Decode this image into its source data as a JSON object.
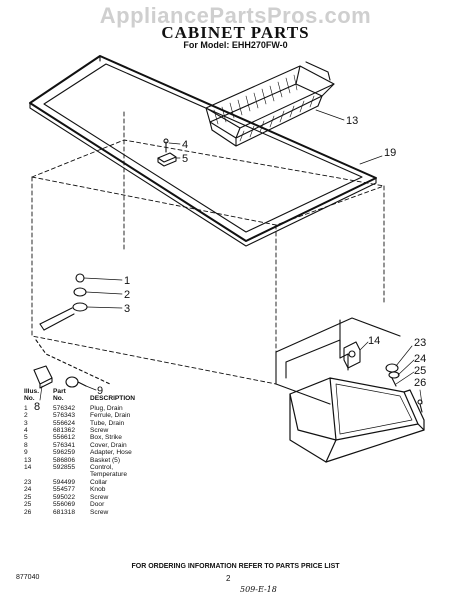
{
  "watermark": "AppliancePartsPros.com",
  "title": "CABINET PARTS",
  "subtitle": "For Model: EHH270FW-0",
  "callouts": [
    "1",
    "2",
    "3",
    "4",
    "5",
    "8",
    "9",
    "13",
    "14",
    "19",
    "23",
    "24",
    "25",
    "26"
  ],
  "parts_table": {
    "headers": {
      "illus": [
        "Illus.",
        "No."
      ],
      "part": [
        "Part",
        "No."
      ],
      "description": "DESCRIPTION"
    },
    "rows": [
      {
        "illus": "1",
        "part": "576342",
        "desc": "Plug, Drain"
      },
      {
        "illus": "2",
        "part": "576343",
        "desc": "Ferrule, Drain"
      },
      {
        "illus": "3",
        "part": "556624",
        "desc": "Tube, Drain"
      },
      {
        "illus": "4",
        "part": "681362",
        "desc": "Screw"
      },
      {
        "illus": "5",
        "part": "556612",
        "desc": "Box, Strike"
      },
      {
        "illus": "8",
        "part": "576341",
        "desc": "Cover, Drain"
      },
      {
        "illus": "9",
        "part": "596259",
        "desc": "Adapter, Hose"
      },
      {
        "illus": "13",
        "part": "586806",
        "desc": "Basket (5)"
      },
      {
        "illus": "14",
        "part": "592855",
        "desc": "Control,"
      },
      {
        "illus": "",
        "part": "",
        "desc": "Temperature"
      },
      {
        "illus": "23",
        "part": "594499",
        "desc": "Collar"
      },
      {
        "illus": "24",
        "part": "554577",
        "desc": "Knob"
      },
      {
        "illus": "25",
        "part": "595022",
        "desc": "Screw"
      },
      {
        "illus": "25",
        "part": "556069",
        "desc": "Door"
      },
      {
        "illus": "26",
        "part": "681318",
        "desc": "Screw"
      }
    ]
  },
  "footer": "FOR ORDERING INFORMATION REFER TO PARTS PRICE LIST",
  "doc_number": "877040",
  "page_number": "2",
  "handwritten": "509-E-18"
}
